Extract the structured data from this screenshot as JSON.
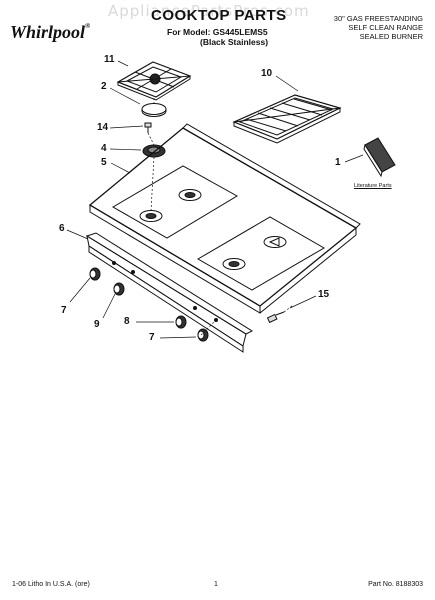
{
  "header": {
    "watermark": "AppliancePartsPros.com",
    "brand": "Whirlpool",
    "brand_mark": "®",
    "title": "COOKTOP PARTS",
    "model_line": "For Model: GS445LEMS5",
    "color_line": "(Black Stainless)",
    "right_lines": [
      "30\" GAS FREESTANDING",
      "SELF CLEAN RANGE",
      "SEALED BURNER"
    ]
  },
  "callouts": [
    "11",
    "2",
    "14",
    "4",
    "5",
    "6",
    "7",
    "9",
    "8",
    "7",
    "10",
    "1",
    "15"
  ],
  "literature_label": "Literature Parts",
  "footer": {
    "left": "1-06 Litho In U.S.A. (ore)",
    "center": "1",
    "right": "Part No. 8188303"
  }
}
